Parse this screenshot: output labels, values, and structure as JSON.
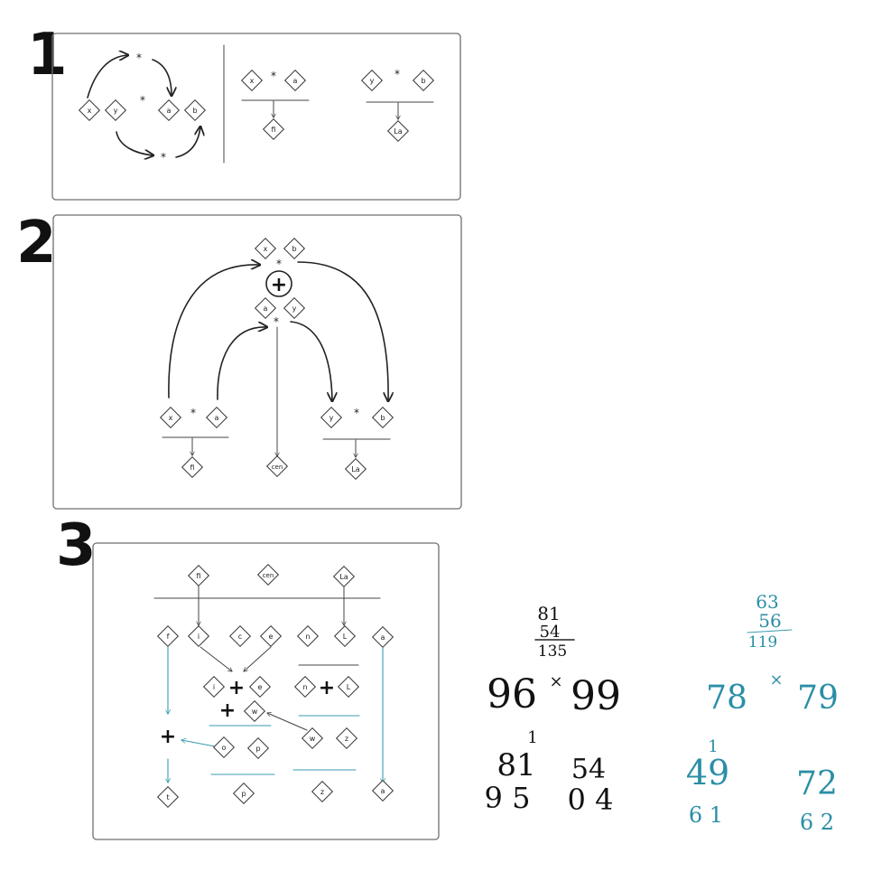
{
  "sections": {
    "s1": {
      "number": "1",
      "nodes": {
        "x": "x",
        "y": "y",
        "a": "a",
        "b": "b",
        "fi": "fi",
        "la": "La"
      },
      "op": "*"
    },
    "s2": {
      "number": "2",
      "nodes": {
        "x": "x",
        "b": "b",
        "a": "a",
        "y": "y",
        "fi": "fi",
        "cen": "cen",
        "la": "La"
      },
      "op": "*",
      "plus": "+"
    },
    "s3": {
      "number": "3",
      "top": {
        "fi": "fi",
        "cen": "cen",
        "la": "La"
      },
      "row1": [
        "f",
        "i",
        "c",
        "e",
        "n",
        "L",
        "a"
      ],
      "pair_ie": [
        "i",
        "e"
      ],
      "pair_nl": [
        "n",
        "L"
      ],
      "w": "w",
      "row3": {
        "o": "o",
        "p": "p",
        "w": "w",
        "z": "z"
      },
      "row4": {
        "t": "t",
        "p": "p",
        "z": "z",
        "a": "a"
      },
      "plus": "+"
    }
  },
  "scratch_black": {
    "top": "81",
    "middle": "54",
    "sum": "135",
    "pair_left": "96",
    "pair_sep": "×",
    "pair_right": "99",
    "tick": "1",
    "row1_left": "81",
    "row1_right": "54",
    "row2_left": "9 5",
    "row2_right": "0 4"
  },
  "scratch_teal": {
    "top": "63",
    "middle": "56",
    "sum": "119",
    "pair_left": "78",
    "pair_sep": "×",
    "pair_right": "79",
    "tick": "1",
    "row1_left": "49",
    "row1_right": "72",
    "row2_left": "6 1",
    "row2_right": "6 2"
  }
}
